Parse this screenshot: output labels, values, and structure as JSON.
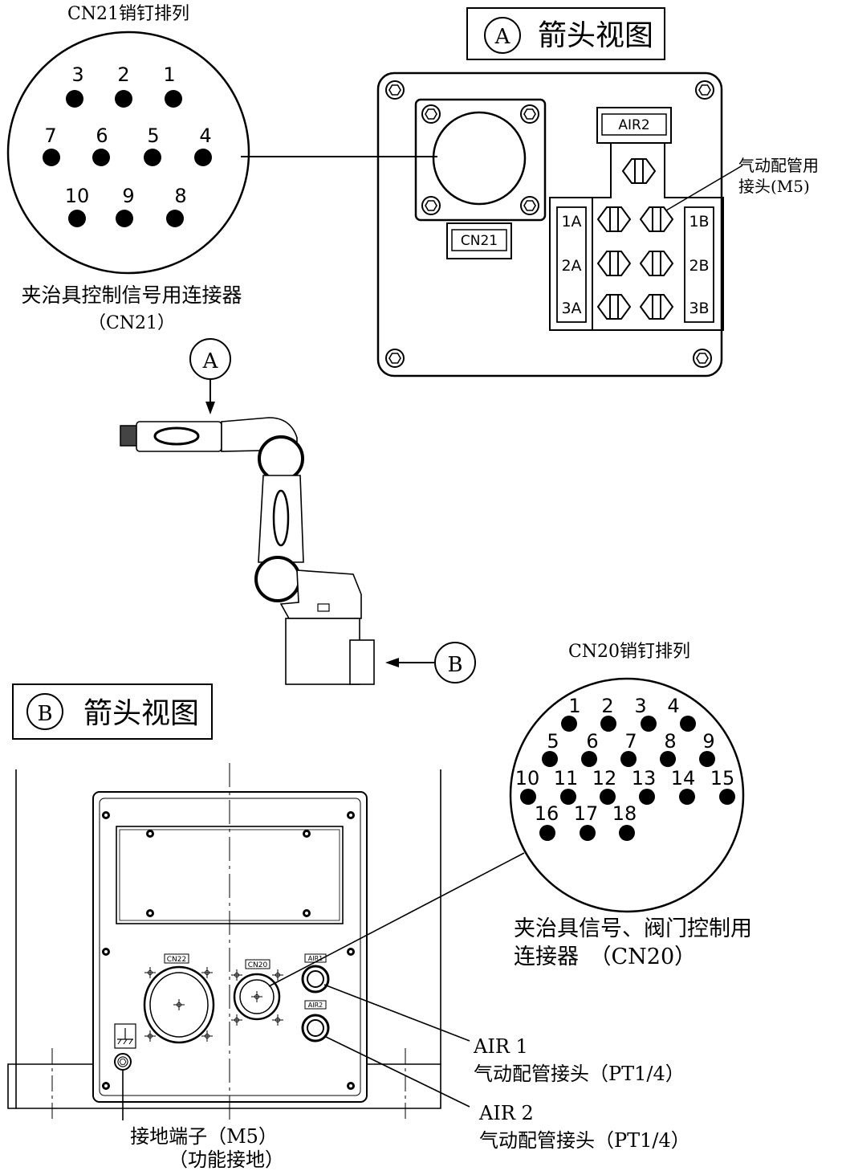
{
  "cn21_pinout": {
    "title": "CN21销钉排列",
    "pins": [
      "3",
      "2",
      "1",
      "7",
      "6",
      "5",
      "4",
      "10",
      "9",
      "8"
    ],
    "caption_line1": "夹治具控制信号用连接器",
    "caption_line2": "（CN21）"
  },
  "view_a": {
    "marker": "A",
    "title": "箭头视图",
    "connector_label": "CN21",
    "air_label": "AIR2",
    "port_labels_left": [
      "1A",
      "2A",
      "3A"
    ],
    "port_labels_right": [
      "1B",
      "2B",
      "3B"
    ],
    "fitting_note_line1": "气动配管用",
    "fitting_note_line2": "接头(M5)"
  },
  "robot": {
    "arrow_a_marker": "A",
    "arrow_b_marker": "B"
  },
  "view_b": {
    "marker": "B",
    "title": "箭头视图",
    "cn22_label": "CN22",
    "cn20_label": "CN20",
    "air1_small": "AIR1",
    "air2_small": "AIR2"
  },
  "cn20_pinout": {
    "title": "CN20销钉排列",
    "pins": [
      "1",
      "2",
      "3",
      "4",
      "5",
      "6",
      "7",
      "8",
      "9",
      "10",
      "11",
      "12",
      "13",
      "14",
      "15",
      "16",
      "17",
      "18"
    ],
    "caption_line1": "夹治具信号、阀门控制用",
    "caption_line2": "连接器　（CN20）"
  },
  "callouts": {
    "air1_name": "AIR 1",
    "air1_desc": "气动配管接头（PT1/4）",
    "air2_name": "AIR 2",
    "air2_desc": "气动配管接头（PT1/4）",
    "ground_line1": "接地端子（M5）",
    "ground_line2": "（功能接地）"
  }
}
